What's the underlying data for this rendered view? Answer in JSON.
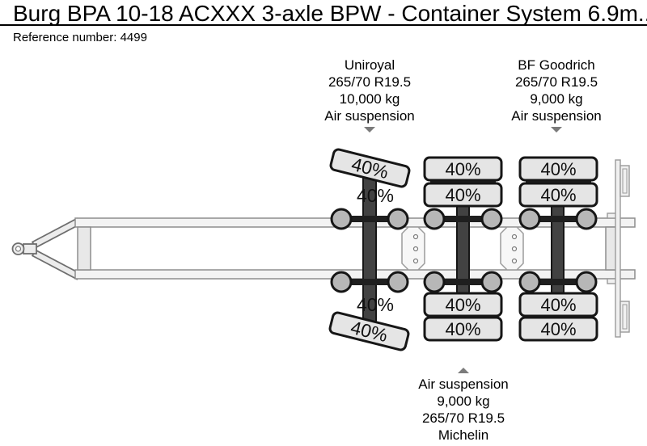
{
  "header": {
    "title": "Burg BPA 10-18 ACXXX 3-axle BPW - Container System 6.9m...",
    "reference": "Reference number: 4499"
  },
  "annotations": {
    "front": {
      "lines": [
        "Uniroyal",
        "265/70 R19.5",
        "10,000 kg",
        "Air suspension"
      ]
    },
    "rear": {
      "lines": [
        "BF Goodrich",
        "265/70 R19.5",
        "9,000 kg",
        "Air suspension"
      ]
    },
    "middle": {
      "lines": [
        "Air suspension",
        "9,000 kg",
        "265/70 R19.5",
        "Michelin"
      ]
    }
  },
  "treads": {
    "axle1": [
      "40%",
      "40%",
      "40%",
      "40%"
    ],
    "axle2": [
      "40%",
      "40%",
      "40%",
      "40%"
    ],
    "axle3": [
      "40%",
      "40%",
      "40%",
      "40%"
    ]
  },
  "colors": {
    "tire_fill": "#e5e5e5",
    "axle_beam": "#424242",
    "hub_fill": "#b7b7b7",
    "frame_fill": "#f3f3f3",
    "frame_stroke": "#8d8d8d",
    "arrow": "#7b7b7b",
    "text": "#000000"
  }
}
